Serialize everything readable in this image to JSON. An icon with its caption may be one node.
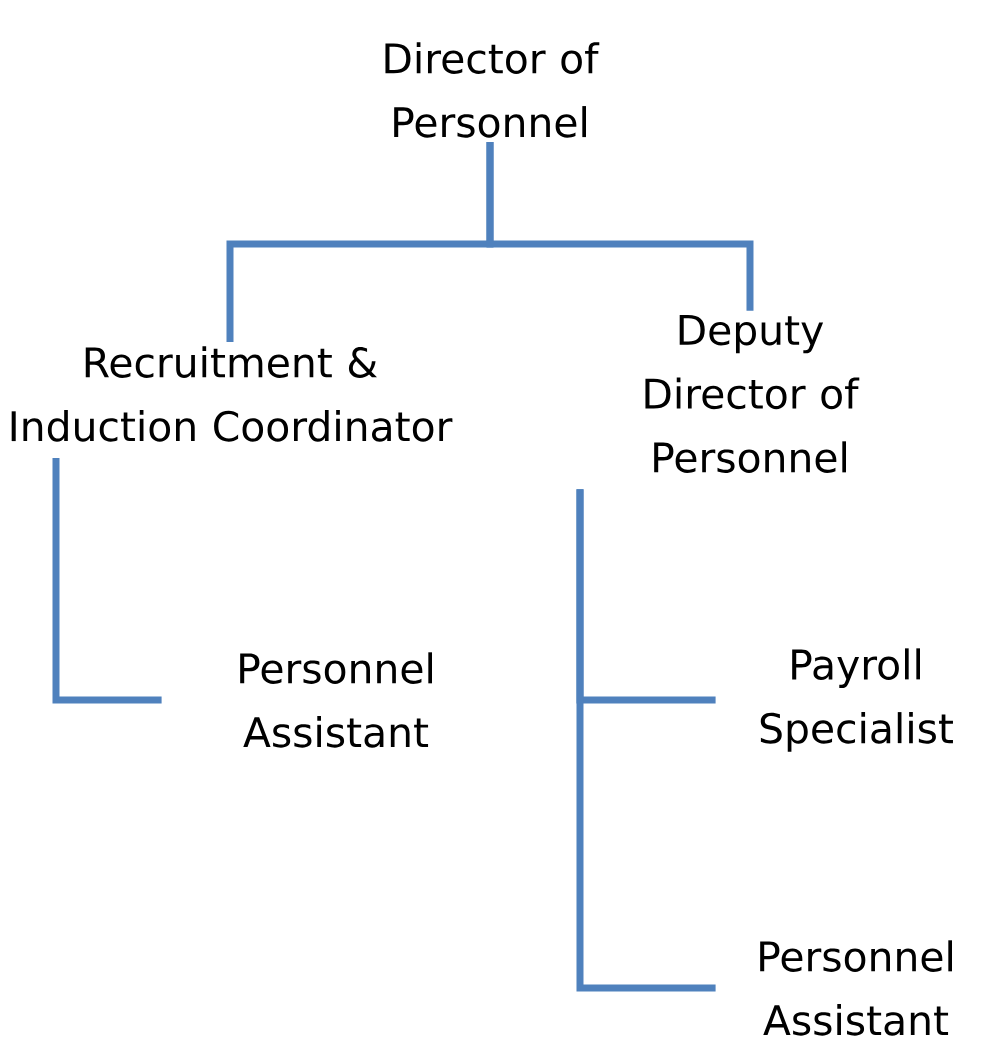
{
  "diagram": {
    "nodes": [
      {
        "text": [
          "Director of Personnel"
        ]
      },
      {
        "text": [
          "Recruitment & Induction Coordinator"
        ]
      },
      {
        "text": [
          "Deputy Director of Personnel"
        ]
      },
      {
        "text": [
          "Personnel Assistant"
        ]
      },
      {
        "text": [
          "Payroll Specialist"
        ]
      },
      {
        "text": [
          "Personnel Assistant"
        ]
      }
    ],
    "edges": [
      {
        "from": 0,
        "to": 1,
        "arrow": "none"
      },
      {
        "from": 0,
        "to": 2,
        "arrow": "none"
      },
      {
        "from": 1,
        "to": 3,
        "arrow": "none"
      },
      {
        "from": 2,
        "to": 4,
        "arrow": "none"
      },
      {
        "from": 2,
        "to": 5,
        "arrow": "none"
      }
    ]
  }
}
